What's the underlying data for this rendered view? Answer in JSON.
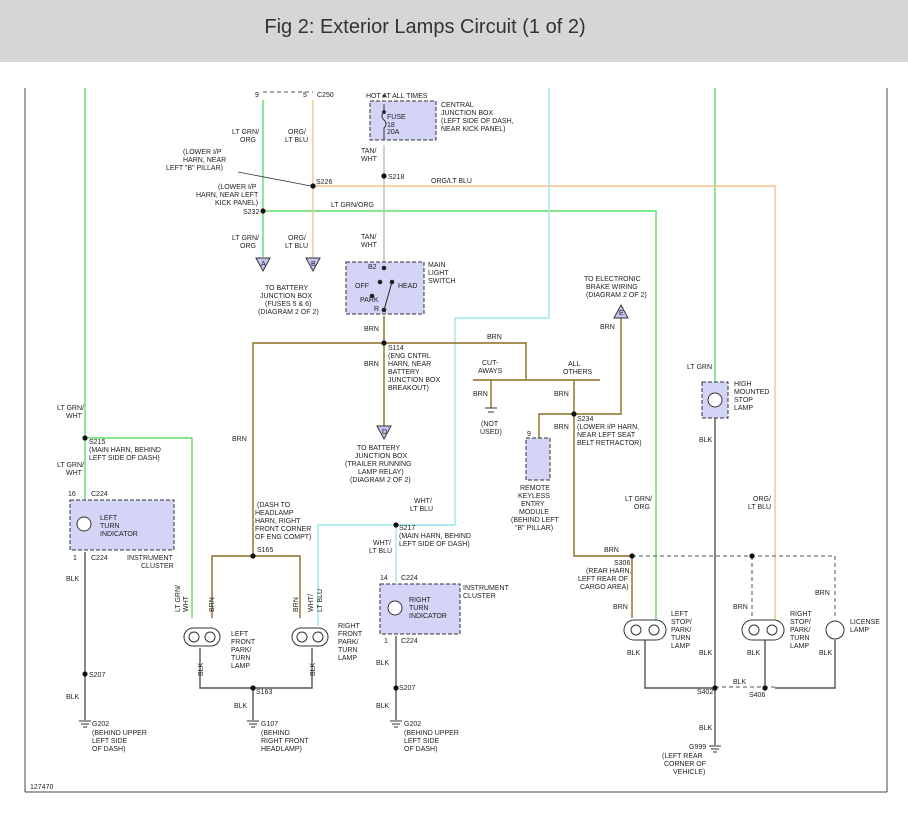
{
  "title": "Fig 2: Exterior Lamps Circuit (1 of 2)",
  "colors": {
    "green": "#5fde6c",
    "orange": "#f5c488",
    "brown": "#8a6d1f",
    "cyan": "#9fe7ec",
    "black": "#555555",
    "component_fill": "#d4d4f7"
  },
  "labels": {
    "c250_9": "9",
    "c250_5": "5",
    "c250": "C250",
    "ltgrn_org_top_1": "LT GRN/",
    "ltgrn_org_top_2": "ORG",
    "orgltblu_top_1": "ORG/",
    "orgltblu_top_2": "LT BLU",
    "lower_ip_b_1": "(LOWER I/P",
    "lower_ip_b_2": "HARN, NEAR",
    "lower_ip_b_3": "LEFT \"B\" PILLAR)",
    "s226": "S226",
    "lower_ip_kick_1": "(LOWER I/P",
    "lower_ip_kick_2": "HARN, NEAR LEFT",
    "lower_ip_kick_3": "KICK PANEL)",
    "s232": "S232",
    "ltgrn_org_bot_1": "LT GRN/",
    "ltgrn_org_bot_2": "ORG",
    "orgltblu_bot_1": "ORG/",
    "orgltblu_bot_2": "LT BLU",
    "conn_a": "A",
    "conn_b": "B",
    "batt_jb_1": "TO BATTERY",
    "batt_jb_2": "JUNCTION BOX",
    "batt_jb_3": "(FUSES 5 & 6)",
    "batt_jb_4": "(DIAGRAM 2 OF 2)",
    "hot": "HOT AT ALL TIMES",
    "fuse": "FUSE",
    "fuse_num": "18",
    "fuse_amp": "20A",
    "cjb_1": "CENTRAL",
    "cjb_2": "JUNCTION BOX",
    "cjb_3": "(LEFT SIDE OF DASH,",
    "cjb_4": "NEAR KICK PANEL)",
    "tanwht_top_1": "TAN/",
    "tanwht_top_2": "WHT",
    "s218": "S218",
    "orgltblu_h": "ORG/LT BLU",
    "ltgrnorg_h": "LT GRN/ORG",
    "tanwht_mid_1": "TAN/",
    "tanwht_mid_2": "WHT",
    "b2": "B2",
    "off": "OFF",
    "head": "HEAD",
    "park": "PARK",
    "r": "R",
    "mls_1": "MAIN",
    "mls_2": "LIGHT",
    "mls_3": "SWITCH",
    "brn_sw": "BRN",
    "s114": "S114",
    "s114_d1": "(ENG CNTRL",
    "s114_d2": "HARN, NEAR",
    "s114_d3": "BATTERY",
    "s114_d4": "JUNCTION BOX",
    "s114_d5": "BREAKOUT)",
    "brn_s114": "BRN",
    "conn_d": "D",
    "trailer_1": "TO BATTERY",
    "trailer_2": "JUNCTION BOX",
    "trailer_3": "(TRAILER RUNNING",
    "trailer_4": "LAMP RELAY)",
    "trailer_5": "(DIAGRAM 2 OF 2)",
    "brn_top_right": "BRN",
    "cutaways_1": "CUT-",
    "cutaways_2": "AWAYS",
    "allothers_1": "ALL",
    "allothers_2": "OTHERS",
    "brn_cut": "BRN",
    "not_used_1": "(NOT",
    "not_used_2": "USED)",
    "brn_all": "BRN",
    "ebw_1": "TO ELECTRONIC",
    "ebw_2": "BRAKE WIRING",
    "ebw_3": "(DIAGRAM 2 OF 2)",
    "conn_e": "E",
    "brn_ebw": "BRN",
    "s234": "S234",
    "s234_d1": "(LOWER I/P HARN,",
    "s234_d2": "NEAR LEFT SEAT",
    "s234_d3": "BELT RETRACTOR)",
    "brn_s234": "BRN",
    "rke_pin": "9",
    "rke_1": "REMOTE",
    "rke_2": "KEYLESS",
    "rke_3": "ENTRY",
    "rke_4": "MODULE",
    "rke_5": "(BEHIND LEFT",
    "rke_6": "\"B\" PILLAR)",
    "ltgrn_hm": "LT GRN",
    "hm_1": "HIGH",
    "hm_2": "MOUNTED",
    "hm_3": "STOP",
    "hm_4": "LAMP",
    "blk_hm": "BLK",
    "ltgrnwht_1a": "LT GRN/",
    "ltgrnwht_1b": "WHT",
    "s215": "S215",
    "s215_d1": "(MAIN HARN, BEHIND",
    "s215_d2": "LEFT SIDE OF DASH)",
    "ltgrnwht_2a": "LT GRN/",
    "ltgrnwht_2b": "WHT",
    "pin16": "16",
    "c224_a": "C224",
    "lti_1": "LEFT",
    "lti_2": "TURN",
    "lti_3": "INDICATOR",
    "pin1_a": "1",
    "c224_b": "C224",
    "ic_left_1": "INSTRUMENT",
    "ic_left_2": "CLUSTER",
    "blk_left": "BLK",
    "s207_a": "S207",
    "blk_left2": "BLK",
    "g202_a": "G202",
    "g202_a1": "(BEHIND UPPER",
    "g202_a2": "LEFT SIDE",
    "g202_a3": "OF DASH)",
    "brn_vert": "BRN",
    "s165_d1": "(DASH TO",
    "s165_d2": "HEADLAMP",
    "s165_d3": "HARN, RIGHT",
    "s165_d4": "FRONT CORNER",
    "s165_d5": "OF ENG COMPT)",
    "s165": "S165",
    "lfw_1": "LT GRN/",
    "lfw_2": "WHT",
    "lf_brn": "BRN",
    "lf_1": "LEFT",
    "lf_2": "FRONT",
    "lf_3": "PARK/",
    "lf_4": "TURN",
    "lf_5": "LAMP",
    "lf_blk": "BLK",
    "rfw_1": "WHT/",
    "rfw_2": "LT BLU",
    "rf_brn": "BRN",
    "rf_1": "RIGHT",
    "rf_2": "FRONT",
    "rf_3": "PARK/",
    "rf_4": "TURN",
    "rf_5": "LAMP",
    "rf_blk": "BLK",
    "s163": "S163",
    "blk_g107": "BLK",
    "g107": "G107",
    "g107_1": "(BEHIND",
    "g107_2": "RIGHT FRONT",
    "g107_3": "HEADLAMP)",
    "whtltblu_1a": "WHT/",
    "whtltblu_1b": "LT BLU",
    "s217": "S217",
    "s217_d1": "(MAIN HARN, BEHIND",
    "s217_d2": "LEFT SIDE OF DASH)",
    "whtltblu_2a": "WHT/",
    "whtltblu_2b": "LT BLU",
    "pin14": "14",
    "c224_c": "C224",
    "rti_1": "RIGHT",
    "rti_2": "TURN",
    "rti_3": "INDICATOR",
    "pin1_b": "1",
    "c224_d": "C224",
    "ic_right_1": "INSTRUMENT",
    "ic_right_2": "CLUSTER",
    "blk_right": "BLK",
    "s207_b": "S207",
    "blk_right2": "BLK",
    "g202_b": "G202",
    "g202_b1": "(BEHIND UPPER",
    "g202_b2": "LEFT SIDE",
    "g202_b3": "OF DASH)",
    "ltgrnorg_r_1": "LT GRN/",
    "ltgrnorg_r_2": "ORG",
    "orgltblu_r_1": "ORG/",
    "orgltblu_r_2": "LT BLU",
    "brn_s306": "BRN",
    "s306": "S306",
    "s306_d1": "(REAR HARN,",
    "s306_d2": "LEFT REAR OF",
    "s306_d3": "CARGO AREA)",
    "brn_lr": "BRN",
    "lr_1": "LEFT",
    "lr_2": "STOP/",
    "lr_3": "PARK/",
    "lr_4": "TURN",
    "lr_5": "LAMP",
    "lr_blk": "BLK",
    "brn_rr": "BRN",
    "rr_1": "RIGHT",
    "rr_2": "STOP/",
    "rr_3": "PARK/",
    "rr_4": "TURN",
    "rr_5": "LAMP",
    "rr_blk": "BLK",
    "brn_lic": "BRN",
    "lic_1": "LICENSE",
    "lic_2": "LAMP",
    "lic_blk": "BLK",
    "blk_s402": "BLK",
    "s402": "S402",
    "blk_s406": "BLK",
    "s406": "S406",
    "blk_g999": "BLK",
    "g999": "G999",
    "g999_1": "(LEFT REAR",
    "g999_2": "CORNER OF",
    "g999_3": "VEHICLE)",
    "fig_num": "127470"
  }
}
